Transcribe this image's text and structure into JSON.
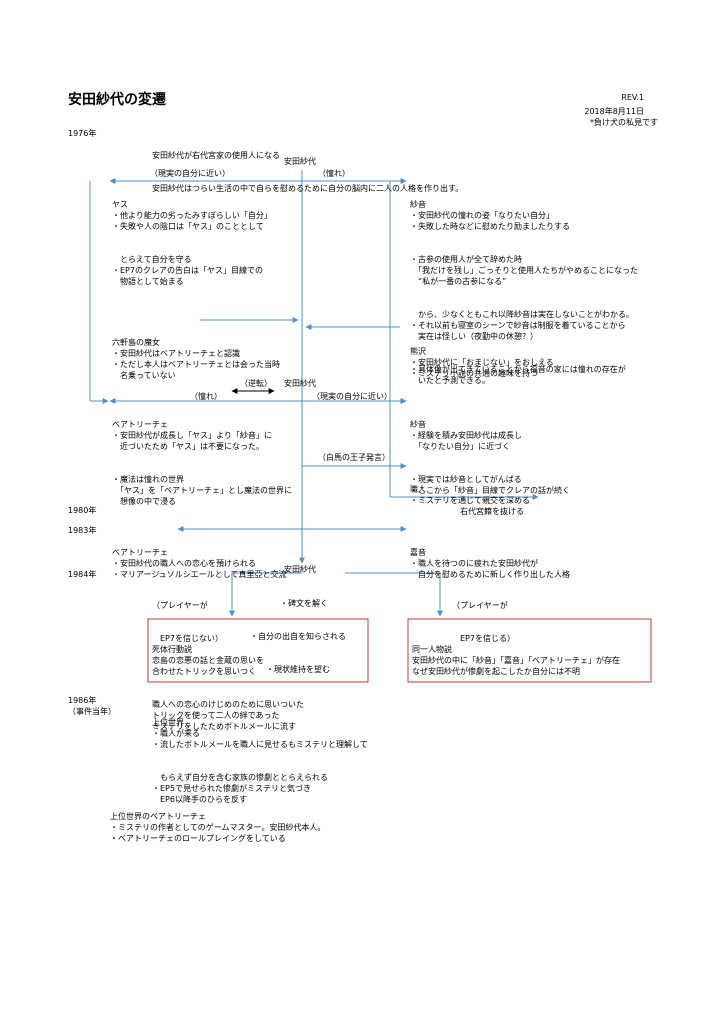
{
  "header": {
    "title": "安田紗代の変遷",
    "rev": "REV.1",
    "date": "2018年8月11日",
    "note": "*負け犬の私見です"
  },
  "years": {
    "y1976": "1976年",
    "y1980": "1980年",
    "y1983": "1983年",
    "y1984": "1984年",
    "y1986": "1986年",
    "y1986_sub": "（事件当年）"
  },
  "intro": [
    "安田紗代が右代宮家の使用人になる",
    "安田紗代はつらい生活の中で自らを慰めるために自分の脳内に二人の人格を作り出す。"
  ],
  "labels": {
    "yasuda1": "安田紗代",
    "real_left": "（現実の自分に近い）",
    "longing_right": "（憧れ）",
    "gyakuten": "（逆転）",
    "yasuda2": "安田紗代",
    "longing_left": "（憧れ）",
    "real_right": "（現実の自分に近い）",
    "hakuba": "（白馬の王子発言）",
    "leave": "右代宮籍を抜ける",
    "yasuda3": "安田紗代",
    "player_no": [
      "（プレイヤーが",
      "EP7を信じない）"
    ],
    "player_yes": [
      "（プレイヤーが",
      "EP7を信じる）"
    ]
  },
  "blocks": {
    "yasu": [
      "ヤス",
      "・他より能力の劣ったみすぼらしい「自分」",
      "・失敗や人の陰口は「ヤス」のこととして",
      "　とらえて自分を守る",
      "・EP7のクレアの告白は「ヤス」目線での",
      "　物語として始まる"
    ],
    "shannon1": [
      "紗音",
      "・安田紗代の憧れの姿「なりたい自分」",
      "・失敗した時などに慰めたり励ましたりする",
      "・古参の使用人が全て辞めた時",
      "　「我だけを残し」ごっそりと使用人たちがやめることになった",
      "　“私が一番の古参になる”",
      "　から、少なくともこれ以降紗音は実在しないことがわかる。",
      "・それ以前も寝室のシーンで紗音は制服を着ていることから",
      "　実在は怪しい（夜勤中の休憩？）",
      "・具体像が出てきていることから福音の家には憧れの存在が",
      "　いたと予測できる。"
    ],
    "rokken": [
      "六軒島の魔女",
      "・安田紗代はベアトリーチェと認識",
      "・ただし本人はベアトリーチェとは会った当時",
      "　名乗っていない"
    ],
    "genji": [
      "熊沢",
      "・安田紗代に「おまじない」をおしえる",
      "・ミステリ小説の共通の趣味を持つ"
    ],
    "beato1": [
      "ベアトリーチェ",
      "・安田紗代が成長し「ヤス」より「紗音」に",
      "　近づいたため「ヤス」は不要になった。",
      "・魔法は憧れの世界",
      "　「ヤス」を「ベアトリーチェ」とし魔法の世界に",
      "　想像の中で浸る"
    ],
    "shannon2": [
      "紗音",
      "・経験を積み安田紗代は成長し",
      "　「なりたい自分」に近づく",
      "・現実では紗音としてがんばる",
      "・ここから「紗音」目線でクレアの話が続く"
    ],
    "shokunin": [
      "職人",
      "・ミステリを通じて親交を深める"
    ],
    "beato2": [
      "ベアトリーチェ",
      "・安田紗代の職人への恋心を預けられる",
      "・マリアージュソルシエールとして真里亞と交流"
    ],
    "kanon": [
      "嘉音",
      "・職人を待つのに疲れた安田紗代が",
      "　自分を慰めるために新しく作り出した人格"
    ],
    "yasuda3_items": [
      "・碑文を解く",
      "・自分の出自を知らされる",
      "・現状維持を望む"
    ],
    "box_left": [
      "死体行動説",
      "恋島の恋悪の話と金蔵の思いを",
      "合わせたトリックを思いつく",
      "職人への恋心のけじめのために思いついた",
      "トリックを使って二人の絆であった",
      "ミステリをしたためボトルメールに流す"
    ],
    "box_right": [
      "同一人物説",
      "安田紗代の中に「紗音」「嘉音」「ベアトリーチェ」が存在",
      "なぜ安田紗代が惨劇を起こしたか自分には不明"
    ],
    "upper1986": [
      "上位世界",
      "・職人が来る",
      "・流したボトルメールを職人に見せるもミステリと理解して",
      "　もらえず自分を含む家族の惨劇ととらえられる",
      "・EP5で見せられた惨劇がミステリと気づき",
      "　EP6以降手のひらを反す"
    ],
    "upperbeato": [
      "上位世界のベアトリーチェ",
      "・ミステリの作者としてのゲームマスター。安田紗代本人。",
      "・ベアトリーチェのロールプレイングをしている"
    ]
  },
  "colors": {
    "line": "#4a90d0",
    "box_border": "#c0392b",
    "arrow_black": "#000000"
  }
}
